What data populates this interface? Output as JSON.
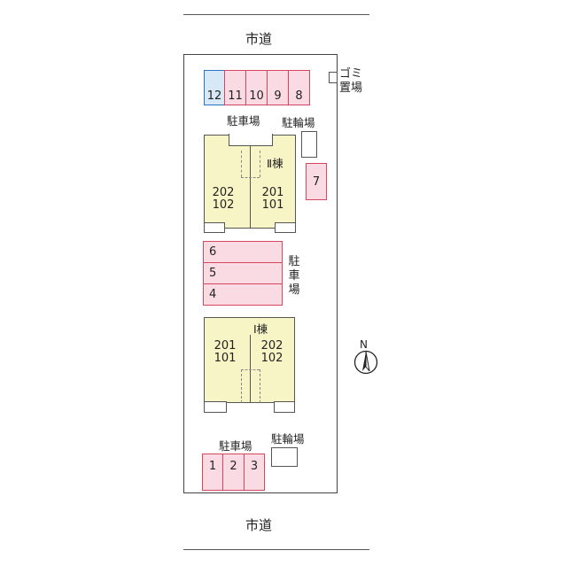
{
  "road_top": "市道",
  "road_bottom": "市道",
  "garbage_label": "ゴミ置場",
  "parking_top": {
    "label": "駐車場",
    "stalls": [
      "12",
      "11",
      "10",
      "9",
      "8"
    ]
  },
  "bicycle_top": "駐輪場",
  "stall_7": "7",
  "building_2": {
    "label": "Ⅱ棟",
    "left_units": [
      "202",
      "102"
    ],
    "right_units": [
      "201",
      "101"
    ]
  },
  "parking_middle": {
    "label": "駐車場",
    "stalls": [
      "6",
      "5",
      "4"
    ]
  },
  "building_1": {
    "label": "Ⅰ棟",
    "left_units": [
      "201",
      "101"
    ],
    "right_units": [
      "202",
      "102"
    ]
  },
  "parking_bottom": {
    "label": "駐車場",
    "stalls": [
      "1",
      "2",
      "3"
    ]
  },
  "bicycle_bottom": "駐輪場",
  "compass": "N",
  "colors": {
    "stall_fill": "#fbdbe3",
    "stall_border": "#d4475f",
    "stall_blue_fill": "#d7e8f6",
    "stall_blue_border": "#2f73c8",
    "building_fill": "#f7f4c5"
  }
}
